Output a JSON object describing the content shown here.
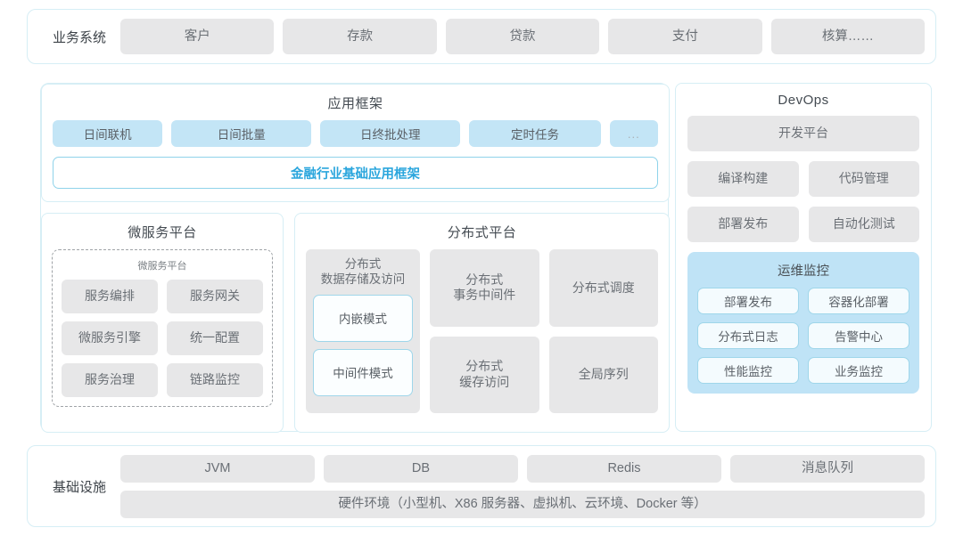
{
  "business_row": {
    "label": "业务系统",
    "items": [
      "客户",
      "存款",
      "贷款",
      "支付",
      "核算……"
    ]
  },
  "app_framework": {
    "title": "应用框架",
    "items": [
      "日间联机",
      "日间批量",
      "日终批处理",
      "定时任务",
      "..."
    ],
    "framework_bar": "金融行业基础应用框架",
    "accent_color": "#2ba6dd"
  },
  "microservice_platform": {
    "title": "微服务平台",
    "subtitle": "微服务平台",
    "items": [
      "服务编排",
      "服务网关",
      "微服务引擎",
      "统一配置",
      "服务治理",
      "链路监控"
    ]
  },
  "distributed_platform": {
    "title": "分布式平台",
    "storage": {
      "caption_line1": "分布式",
      "caption_line2": "数据存储及访问",
      "modes": [
        "内嵌模式",
        "中间件模式"
      ]
    },
    "column_two": [
      "分布式\n事务中间件",
      "分布式\n缓存访问"
    ],
    "column_three": [
      "分布式调度",
      "全局序列"
    ]
  },
  "devops": {
    "title": "DevOps",
    "platform": "开发平台",
    "items": [
      "编译构建",
      "代码管理",
      "部署发布",
      "自动化测试"
    ],
    "ops_monitor": {
      "title": "运维监控",
      "items": [
        "部署发布",
        "容器化部署",
        "分布式日志",
        "告警中心",
        "性能监控",
        "业务监控"
      ]
    }
  },
  "infrastructure": {
    "label": "基础设施",
    "items": [
      "JVM",
      "DB",
      "Redis",
      "消息队列"
    ],
    "hardware": "硬件环境（小型机、X86 服务器、虚拟机、云环境、Docker 等）"
  },
  "colors": {
    "card_border": "#d6eef5",
    "tile_gray": "#e7e7e8",
    "tile_blue": "#c3e5f6",
    "ops_block": "#bfe3f6"
  }
}
